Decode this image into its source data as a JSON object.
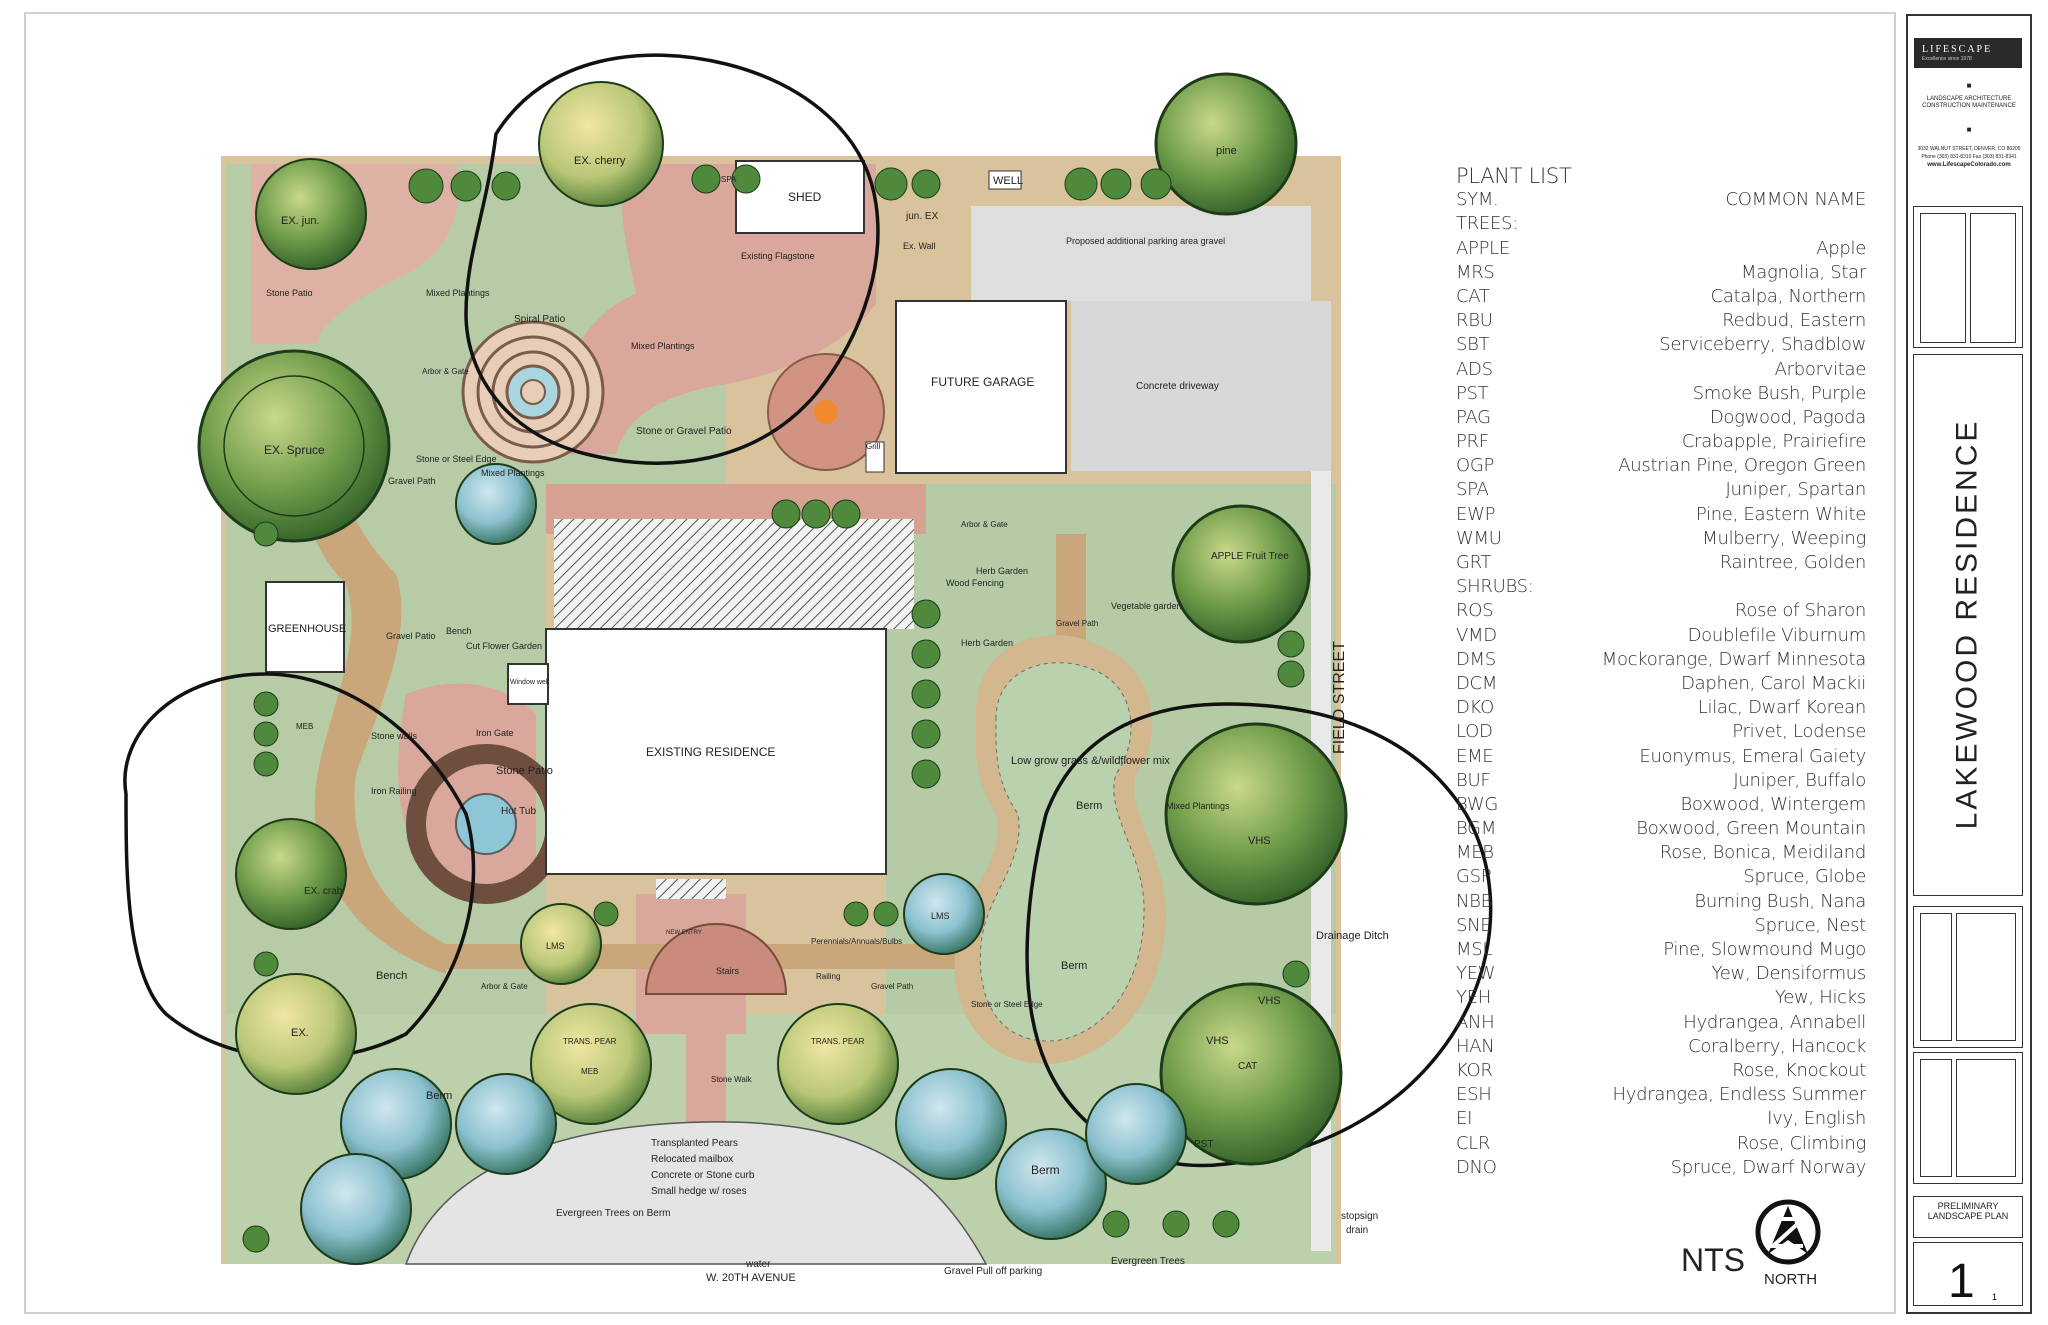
{
  "plan_labels": {
    "shed": "SHED",
    "well": "WELL",
    "ex_cherry": "EX. cherry",
    "ex_jun_tl": "EX. jun.",
    "pine": "pine",
    "jun_ex": "jun. EX",
    "ex_wall": "Ex. Wall",
    "existing_flagstone": "Existing Flagstone",
    "proposed_parking": "Proposed additional parking area gravel",
    "spiral_patio": "Spiral Patio",
    "mixed_plantings_1": "Mixed Plantings",
    "mixed_plantings_2": "Mixed Plantings",
    "mixed_plantings_3": "Mixed Plantings",
    "mixed_plantings_4": "Mixed Plantings",
    "stone_patio_top": "Stone Patio",
    "ex_spruce": "EX. Spruce",
    "future_garage": "FUTURE GARAGE",
    "concrete_driveway": "Concrete driveway",
    "stone_gravel_patio": "Stone or Gravel Patio",
    "grill": "Grill",
    "stone_steel_edge_1": "Stone or Steel Edge",
    "gravel_path_1": "Gravel Path",
    "arbor_gate_1": "Arbor & Gate",
    "arbor_gate_2": "Arbor & Gate",
    "arbor_gate_3": "Arbor & Gate",
    "apple": "APPLE Fruit Tree",
    "greenhouse": "GREENHOUSE",
    "gravel_patio": "Gravel Patio",
    "bench_1": "Bench",
    "cut_flower": "Cut Flower Garden",
    "herb_garden_1": "Herb Garden",
    "herb_garden_2": "Herb Garden",
    "wood_fencing": "Wood Fencing",
    "vegetable_garden": "Vegetable garden",
    "gravel_path_2": "Gravel Path",
    "field_street": "FIELD STREET",
    "window_well": "Window well",
    "existing_residence": "EXISTING RESIDENCE",
    "stone_patio": "Stone Patio",
    "hot_tub": "Hot Tub",
    "iron_gate": "Iron Gate",
    "stone_walls": "Stone walls",
    "iron_railing": "Iron Railing",
    "low_grow": "Low grow grass &/wildflower mix",
    "berm_1": "Berm",
    "berm_2": "Berm",
    "berm_3": "Berm",
    "berm_4": "Berm",
    "drainage_ditch": "Drainage Ditch",
    "ex_crab": "EX. crab",
    "ex_bottom": "EX.",
    "bench_2": "Bench",
    "stairs": "Stairs",
    "new_entry": "NEW ENTRY",
    "perennials": "Perennials/Annuals/Bulbs",
    "railing": "Railing",
    "gravel_path_3": "Gravel Path",
    "stone_walk": "Stone Walk",
    "stone_steel_edge_2": "Stone or Steel Edge",
    "trans_pear_1": "TRANS. PEAR",
    "trans_pear_2": "TRANS. PEAR",
    "transplanted_pears": "Transplanted Pears",
    "relocated_mailbox": "Relocated mailbox",
    "concrete_curb": "Concrete or Stone curb",
    "small_hedge": "Small hedge w/ roses",
    "evergreen_berm": "Evergreen Trees on Berm",
    "water": "water",
    "w20th": "W. 20TH AVENUE",
    "gravel_pullout": "Gravel Pull off parking",
    "evergreen_trees": "Evergreen Trees",
    "stopsign": "stopsign",
    "drain": "drain",
    "nts": "NTS",
    "north": "NORTH",
    "vhs": "VHS",
    "lms": "LMS",
    "meb": "MEB",
    "pst": "PST",
    "cat": "CAT",
    "spa": "SPA"
  },
  "plant_list": {
    "title": "PLANT LIST",
    "sym_header": "SYM.",
    "name_header": "COMMON NAME",
    "trees_header": "TREES:",
    "trees": [
      {
        "sym": "APPLE",
        "name": "Apple"
      },
      {
        "sym": "MRS",
        "name": "Magnolia, Star"
      },
      {
        "sym": "CAT",
        "name": "Catalpa, Northern"
      },
      {
        "sym": "RBU",
        "name": "Redbud, Eastern"
      },
      {
        "sym": "SBT",
        "name": "Serviceberry, Shadblow"
      },
      {
        "sym": "ADS",
        "name": "Arborvitae"
      },
      {
        "sym": "PST",
        "name": "Smoke Bush, Purple"
      },
      {
        "sym": "PAG",
        "name": "Dogwood, Pagoda"
      },
      {
        "sym": "PRF",
        "name": "Crabapple, Prairiefire"
      },
      {
        "sym": "OGP",
        "name": "Austrian Pine, Oregon Green"
      },
      {
        "sym": "SPA",
        "name": "Juniper, Spartan"
      },
      {
        "sym": "EWP",
        "name": "Pine, Eastern White"
      },
      {
        "sym": "WMU",
        "name": "Mulberry, Weeping"
      },
      {
        "sym": "GRT",
        "name": "Raintree, Golden"
      }
    ],
    "shrubs_header": "SHRUBS:",
    "shrubs": [
      {
        "sym": "ROS",
        "name": "Rose of Sharon"
      },
      {
        "sym": "VMD",
        "name": "Doublefile Viburnum"
      },
      {
        "sym": "DMS",
        "name": "Mockorange, Dwarf Minnesota"
      },
      {
        "sym": "DCM",
        "name": "Daphen, Carol Mackii"
      },
      {
        "sym": "DKO",
        "name": "Lilac, Dwarf Korean"
      },
      {
        "sym": "LOD",
        "name": "Privet, Lodense"
      },
      {
        "sym": "EME",
        "name": "Euonymus, Emeral Gaiety"
      },
      {
        "sym": "BUF",
        "name": "Juniper, Buffalo"
      },
      {
        "sym": "BWG",
        "name": "Boxwood, Wintergem"
      },
      {
        "sym": "BGM",
        "name": "Boxwood, Green Mountain"
      },
      {
        "sym": "MEB",
        "name": "Rose, Bonica, Meidiland"
      },
      {
        "sym": "GSP",
        "name": "Spruce, Globe"
      },
      {
        "sym": "NBB",
        "name": "Burning Bush, Nana"
      },
      {
        "sym": "SNE",
        "name": "Spruce, Nest"
      },
      {
        "sym": "MSL",
        "name": "Pine, Slowmound Mugo"
      },
      {
        "sym": "YEW",
        "name": "Yew, Densiformus"
      },
      {
        "sym": "YEH",
        "name": "Yew, Hicks"
      },
      {
        "sym": "ANH",
        "name": "Hydrangea, Annabell"
      },
      {
        "sym": "HAN",
        "name": "Coralberry, Hancock"
      },
      {
        "sym": "KOR",
        "name": "Rose, Knockout"
      },
      {
        "sym": "ESH",
        "name": "Hydrangea, Endless Summer"
      },
      {
        "sym": "EI",
        "name": "Ivy, English"
      },
      {
        "sym": "CLR",
        "name": "Rose, Climbing"
      },
      {
        "sym": "DNO",
        "name": "Spruce, Dwarf Norway"
      }
    ]
  },
  "title_block": {
    "company": "LIFESCAPE",
    "company_tagline": "Excellence since 1978",
    "services": "LANDSCAPE ARCHITECTURE CONSTRUCTION MAINTENANCE",
    "address": "3032 WALNUT STREET, DENVER, CO 80205",
    "phone": "Phone (303) 831-8310    Fax (303) 831-8341",
    "website": "www.LifescapeColorado.com",
    "project_name": "LAKEWOOD RESIDENCE",
    "sheet_title": "PRELIMINARY LANDSCAPE PLAN",
    "sheet_number": "1",
    "sheet_of": "1"
  },
  "colors": {
    "lawn": "#b5cba5",
    "paver": "#d9a79b",
    "gravel": "#d4b88a",
    "tree_dark": "#3f7a34",
    "tree_mid": "#7fa65a",
    "water_blue": "#8ec6d6",
    "road_gray": "#e4e4e4"
  }
}
